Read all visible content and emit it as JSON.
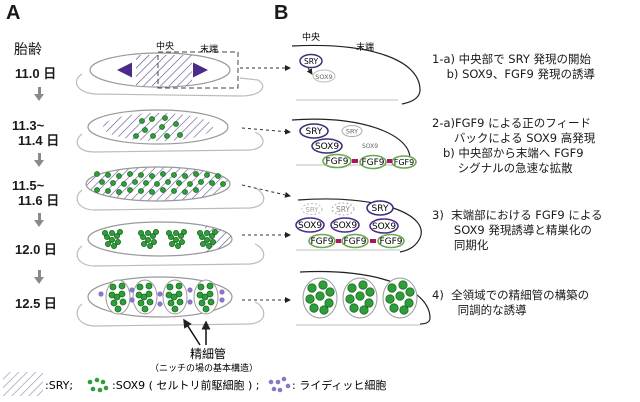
{
  "panels": {
    "a_label": "A",
    "b_label": "B"
  },
  "panel_a": {
    "age_title": "胎齢",
    "stages": [
      {
        "age_line1": "11.0 日",
        "age_line2": ""
      },
      {
        "age_line1": "11.3~",
        "age_line2": "11.4 日"
      },
      {
        "age_line1": "11.5~",
        "age_line2": "11.6 日"
      },
      {
        "age_line1": "12.0 日",
        "age_line2": ""
      },
      {
        "age_line1": "12.5 日",
        "age_line2": ""
      }
    ],
    "region_center": "中央",
    "region_end": "末端",
    "tubule_label": "精細管",
    "tubule_sublabel": "（ニッチの場の基本構造）"
  },
  "panel_b": {
    "region_center": "中央",
    "region_end": "末端",
    "genes": {
      "sry": "SRY",
      "sox9": "SOX9",
      "fgf9": "FGF9"
    },
    "descriptions": [
      "1-a) 中央部で SRY 発現の開始\n    b) SOX9、FGF9 発現の誘導",
      "2-a)FGF9 による正のフィード\n      バックによる SOX9 高発現\n   b) 中央部から末端へ FGF9\n       シグナルの急速な拡散",
      "3)  末端部における FGF9 による\n      SOX9 発現誘導と精巣化の\n      同期化",
      "4)  全領域での精細管の構築の\n       同調的な誘導"
    ]
  },
  "legend": {
    "sry": ":SRY;",
    "sox9": ":SOX9 ( セルトリ前駆細胞 ) ;",
    "leydig": ": ライディッヒ細胞"
  },
  "colors": {
    "sry_outline": "#3b2f7a",
    "sox9_outline": "#4b2a8c",
    "fgf9_outline": "#6aa84f",
    "green_cell": "#2e9e3a",
    "purple_cell": "#8a76c4",
    "magenta_arrow": "#b0125e",
    "hatch": "#5c4f8c",
    "gray": "#999999"
  }
}
